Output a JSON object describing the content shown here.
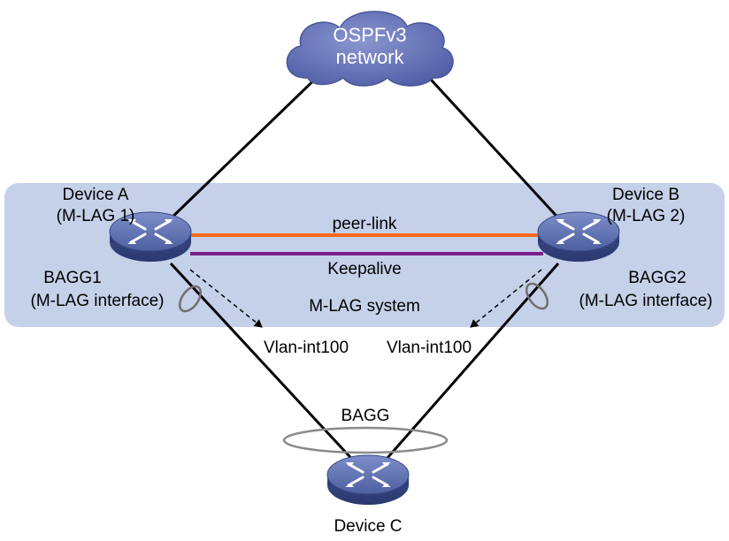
{
  "cloud": {
    "line1": "OSPFv3",
    "line2": "network"
  },
  "device_a": {
    "name": "Device A",
    "role": "(M-LAG 1)",
    "agg": "BAGG1",
    "agg_role": "(M-LAG interface)"
  },
  "device_b": {
    "name": "Device B",
    "role": "(M-LAG 2)",
    "agg": "BAGG2",
    "agg_role": "(M-LAG interface)"
  },
  "device_c": {
    "name": "Device C",
    "agg": "BAGG"
  },
  "links": {
    "peer_link": "peer-link",
    "keepalive": "Keepalive"
  },
  "system": {
    "label": "M-LAG system"
  },
  "vlan": {
    "left": "Vlan-int100",
    "right": "Vlan-int100"
  },
  "colors": {
    "system_box": "#c5d1e9",
    "peer_link": "#f26a1c",
    "keepalive": "#7a1e8c",
    "cloud": "#5d6bb1",
    "device": "#4f63a6"
  }
}
